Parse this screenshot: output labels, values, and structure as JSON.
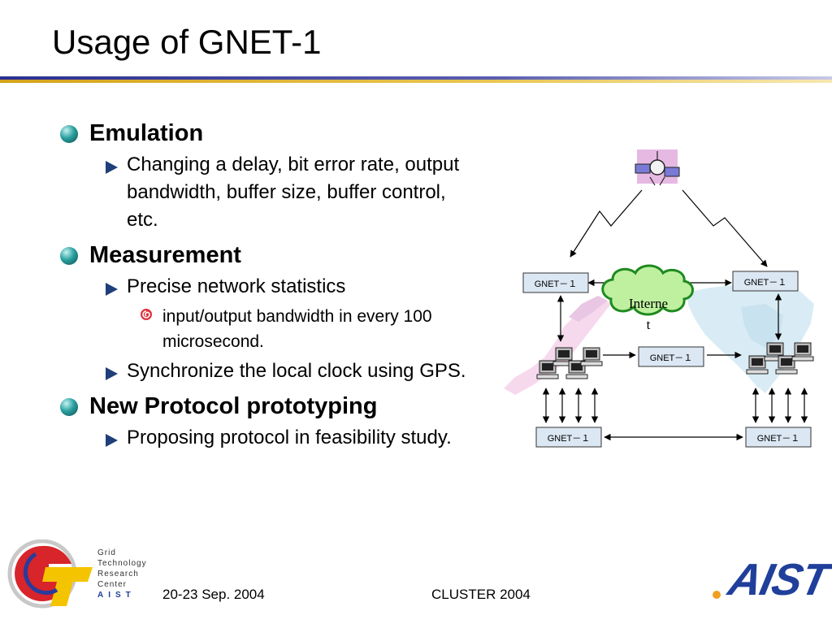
{
  "slide": {
    "title": "Usage of GNET-1"
  },
  "bullets": [
    {
      "level": 1,
      "text": "Emulation"
    },
    {
      "level": 2,
      "text": "Changing a delay, bit error rate, output bandwidth, buffer size, buffer control, etc."
    },
    {
      "level": 1,
      "text": "Measurement"
    },
    {
      "level": 2,
      "text": "Precise network statistics"
    },
    {
      "level": 3,
      "text": "input/output bandwidth in every 100 microsecond."
    },
    {
      "level": 2,
      "text": "Synchronize the local clock using GPS."
    },
    {
      "level": 1,
      "text": "New Protocol prototyping"
    },
    {
      "level": 2,
      "text": "Proposing protocol in feasibility study."
    }
  ],
  "diagram": {
    "gnet_label": "GNET－１",
    "internet_line1": "Interne",
    "internet_line2": "t",
    "icons": [
      "satellite-icon",
      "computer-icon",
      "world-map-icon"
    ]
  },
  "footer": {
    "date": "20-23 Sep. 2004",
    "conference": "CLUSTER 2004",
    "gtrc_lines": [
      "Grid",
      "Technology",
      "Research",
      "Center"
    ],
    "gtrc_aist": "AIST",
    "aist_logo": "AIST"
  },
  "colors": {
    "accent_blue": "#2b2f8f",
    "accent_gold": "#d4a21a",
    "box_fill": "#dbe7f3",
    "cloud_stroke": "#1f8a1f",
    "map_pink": "#f7d9ee",
    "map_blue": "#d9ecf5"
  }
}
